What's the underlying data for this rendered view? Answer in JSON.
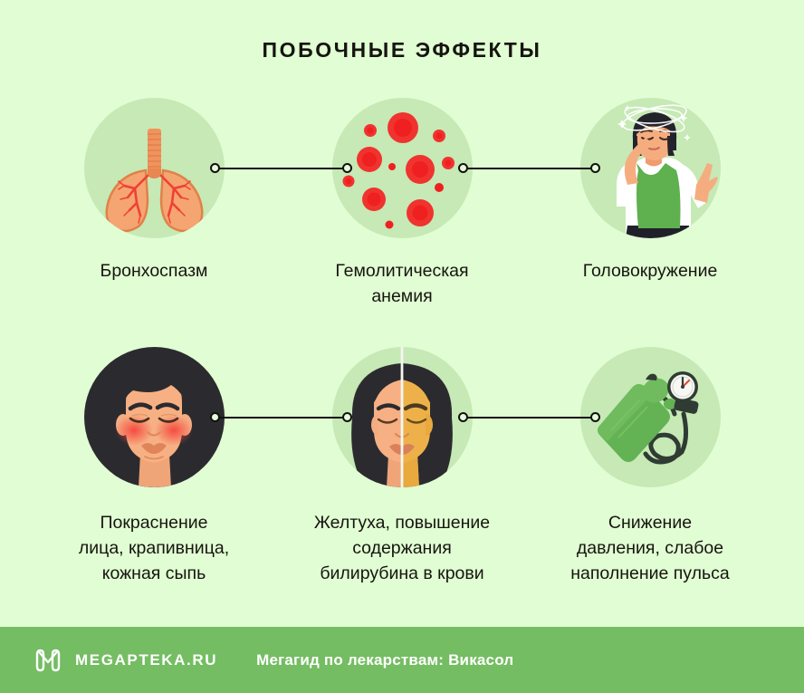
{
  "page": {
    "title": "ПОБОЧНЫЕ ЭФФЕКТЫ",
    "background_color": "#e1fdd3",
    "badge_color": "#c6e9b5",
    "dark_badge_color": "#2b2b2f",
    "footer_color": "#74bd62",
    "text_color": "#15150f"
  },
  "items": [
    {
      "icon": "lungs-icon",
      "caption": "Бронхоспазм"
    },
    {
      "icon": "red-blood-cells-icon",
      "caption": "Гемолитическая\nанемия"
    },
    {
      "icon": "dizzy-woman-icon",
      "caption": "Головокружение"
    },
    {
      "icon": "flushed-face-icon",
      "caption": "Покраснение\nлица, крапивница,\nкожная сыпь"
    },
    {
      "icon": "jaundice-split-face-icon",
      "caption": "Желтуха, повышение\nсодержания\nбилирубина в крови"
    },
    {
      "icon": "blood-pressure-cuff-icon",
      "caption": "Снижение\nдавления, слабое\nнаполнение пульса"
    }
  ],
  "footer": {
    "logo": "megapteka-m-logo",
    "brand": "MEGAPTEKA.RU",
    "tagline": "Мегагид по лекарствам: Викасол"
  }
}
